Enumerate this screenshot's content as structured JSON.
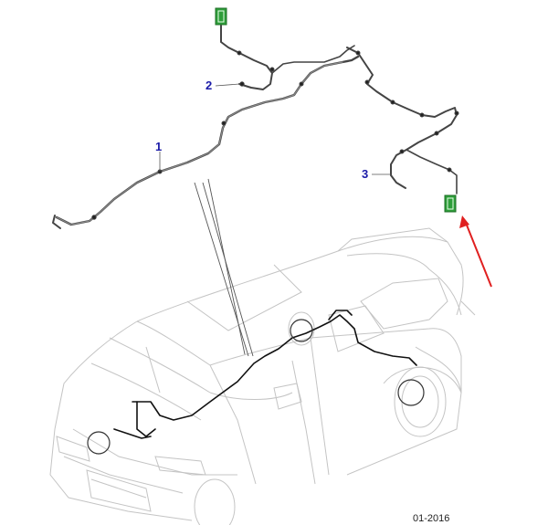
{
  "diagram": {
    "callouts": [
      {
        "id": "1",
        "label": "1"
      },
      {
        "id": "2",
        "label": "2"
      },
      {
        "id": "3",
        "label": "3"
      }
    ],
    "footer_code": "01-2016",
    "colors": {
      "callout_text": "#1a1aa8",
      "arrow": "#e02020",
      "tag": "#2e9e3a",
      "pipe": "#333333",
      "vehicle_outline": "#bdbdbd"
    },
    "icons": [
      "green-tag-icon",
      "red-arrow-icon"
    ]
  }
}
